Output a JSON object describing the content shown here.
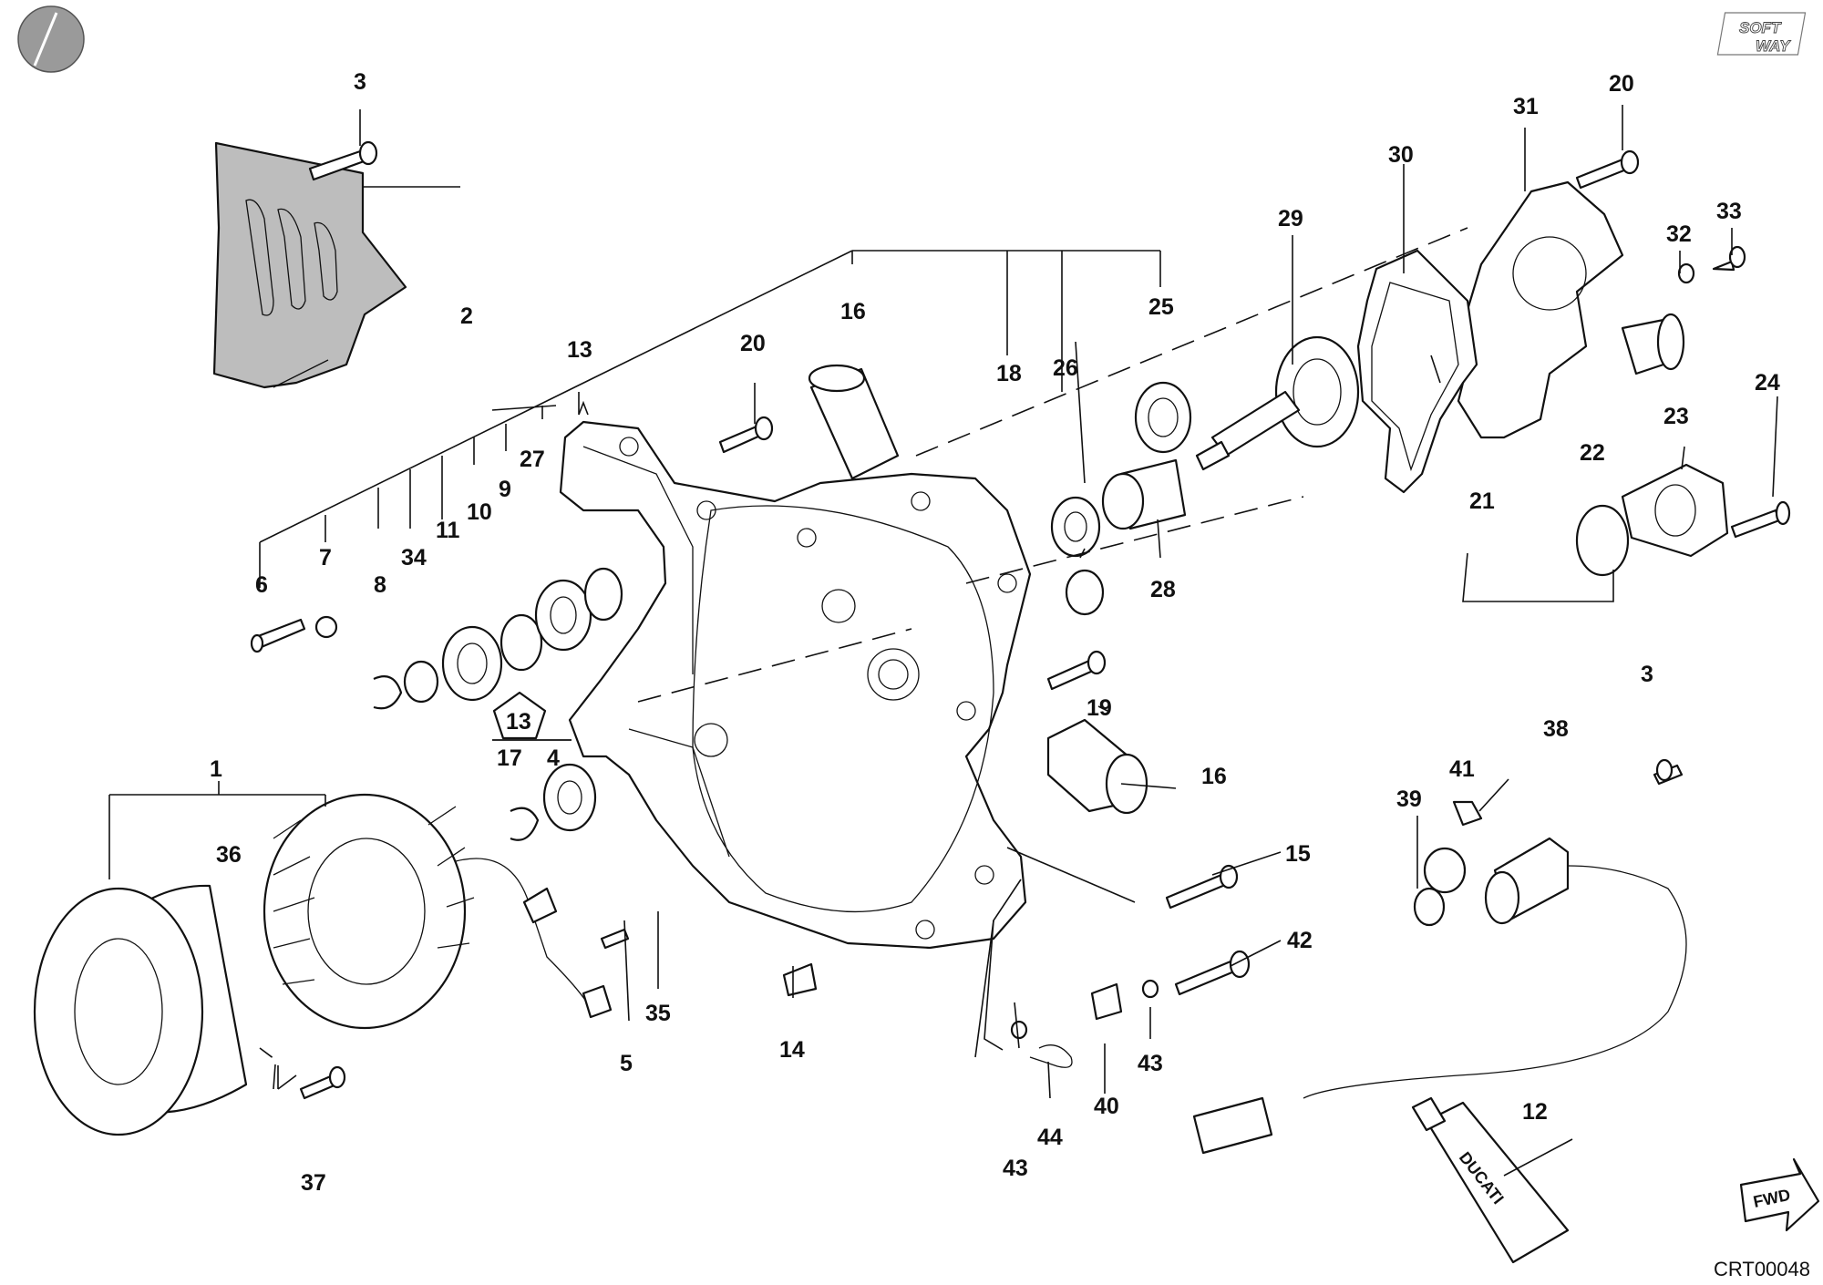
{
  "doc_code": "CRT00048",
  "brand_logo": "SOFTWAY",
  "fwd_label": "FWD",
  "tube_brand": "DUCATI",
  "kit_symbol": "13",
  "callouts": [
    "1",
    "2",
    "3",
    "3",
    "4",
    "5",
    "6",
    "7",
    "8",
    "9",
    "10",
    "11",
    "12",
    "13",
    "14",
    "15",
    "16",
    "16",
    "17",
    "18",
    "19",
    "20",
    "20",
    "21",
    "22",
    "23",
    "24",
    "25",
    "26",
    "27",
    "28",
    "29",
    "30",
    "31",
    "32",
    "33",
    "34",
    "35",
    "36",
    "37",
    "38",
    "39",
    "40",
    "41",
    "42",
    "43",
    "43",
    "44"
  ],
  "icons": {
    "corner_badge": "striped-circle-icon",
    "fwd": "forward-arrow-icon"
  }
}
